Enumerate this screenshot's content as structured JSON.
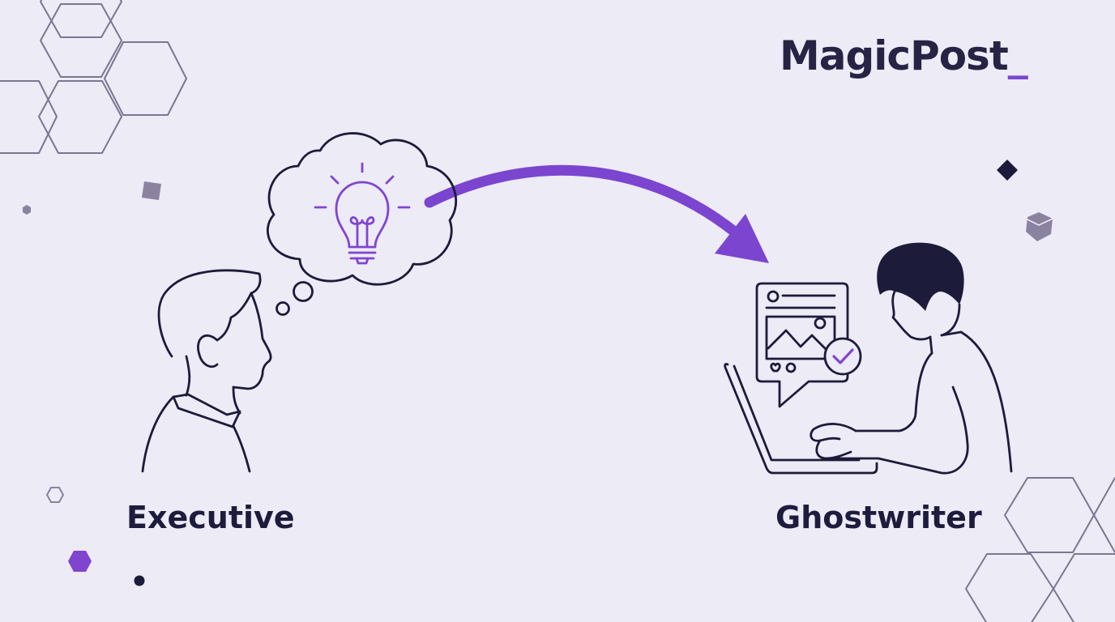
{
  "brand": {
    "name": "MagicPost",
    "cursor": "_"
  },
  "labels": {
    "left_role": "Executive",
    "right_role": "Ghostwriter"
  },
  "colors": {
    "background": "#ecebf6",
    "ink": "#1d1b3a",
    "accent": "#7b45cf",
    "hex_outline": "#7a7790",
    "decor_gray": "#8a83a0"
  },
  "icons": {
    "idea": "lightbulb-icon",
    "thought": "thought-cloud-icon",
    "flow": "arrow-icon",
    "approved": "checkmark-badge-icon",
    "post": "social-post-icon"
  }
}
